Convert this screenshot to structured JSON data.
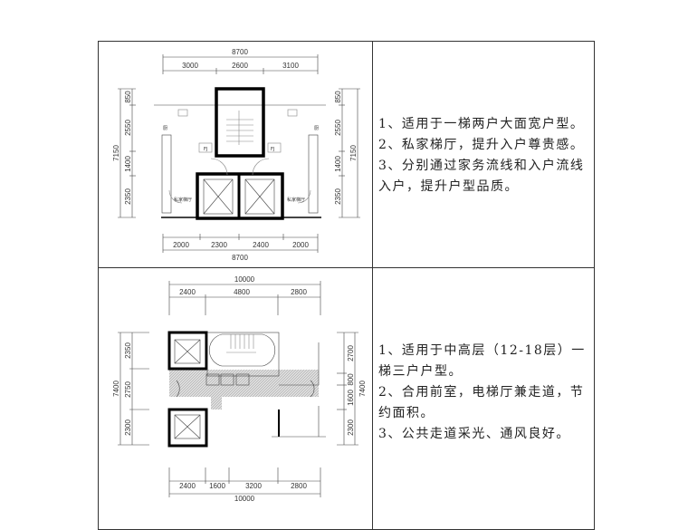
{
  "rows": [
    {
      "plan": {
        "dims_top_total": "8700",
        "dims_top": [
          "3000",
          "2600",
          "3100"
        ],
        "dims_left_total": "7150",
        "dims_left": [
          "850",
          "2550",
          "1400",
          "2350"
        ],
        "dims_right_total": "7150",
        "dims_right": [
          "850",
          "2550",
          "1400",
          "2350"
        ],
        "dims_bottom": [
          "2000",
          "2300",
          "2400",
          "2000"
        ],
        "dims_bottom_total": "8700",
        "labels": {
          "kitchen": "厨",
          "shaft": "FJ",
          "private_lobby": "私家梯厅"
        }
      },
      "description": [
        "1、适用于一梯两户大面宽户型。",
        "2、私家梯厅，提升入户尊贵感。",
        "3、分别通过家务流线和入户流线入户，提升户型品质。"
      ]
    },
    {
      "plan": {
        "dims_top_total": "10000",
        "dims_top": [
          "2400",
          "4800",
          "2800"
        ],
        "dims_left_total": "7400",
        "dims_left": [
          "2350",
          "2750",
          "2300"
        ],
        "dims_right_total": "7400",
        "dims_right": [
          "2700",
          "800",
          "1600",
          "2300"
        ],
        "dims_bottom": [
          "2400",
          "1600",
          "3200",
          "2800"
        ],
        "dims_bottom_total": "10000"
      },
      "description": [
        "1、适用于中高层（12-18层）一梯三户户型。",
        "2、合用前室，电梯厅兼走道，节约面积。",
        "3、公共走道采光、通风良好。"
      ]
    }
  ]
}
